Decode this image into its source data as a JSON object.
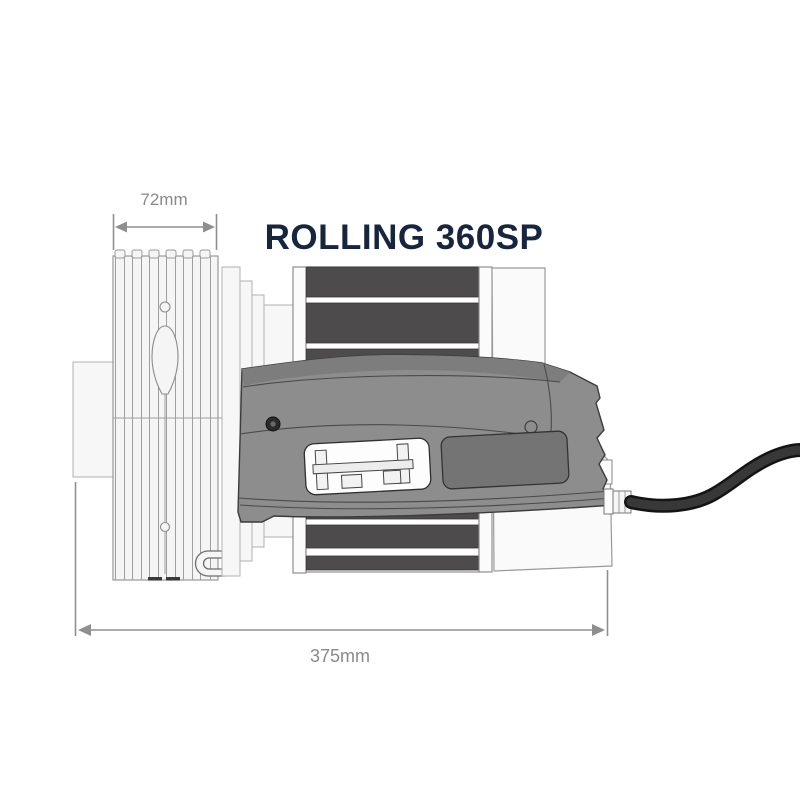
{
  "title": {
    "text": "ROLLING 360SP"
  },
  "dimensions": {
    "width": {
      "label": "72mm"
    },
    "length": {
      "label": "375mm"
    }
  },
  "figure": {
    "type": "technical-line-drawing",
    "subject": "tubular roller motor",
    "parts": [
      "drive-shaft-block",
      "finned-adapter-drum",
      "drum-slot",
      "retaining-clip",
      "crown-adapter-steps",
      "striped-roller-tube",
      "end-ring",
      "motor-tube",
      "motor-head",
      "head-screw",
      "limit-adjustment-window",
      "label-panel",
      "cable-gland",
      "power-cable"
    ]
  },
  "colors": {
    "background": "#ffffff",
    "title": "#16263f",
    "dimension_gray": "#8a8a8a",
    "part_fill": "#f5f5f5",
    "part_outline": "#9a9a9a",
    "stripe_dark": "#4e4b4c",
    "head_gray": "#8d8d8d",
    "head_panel": "#747474",
    "cable_black": "#161616"
  }
}
